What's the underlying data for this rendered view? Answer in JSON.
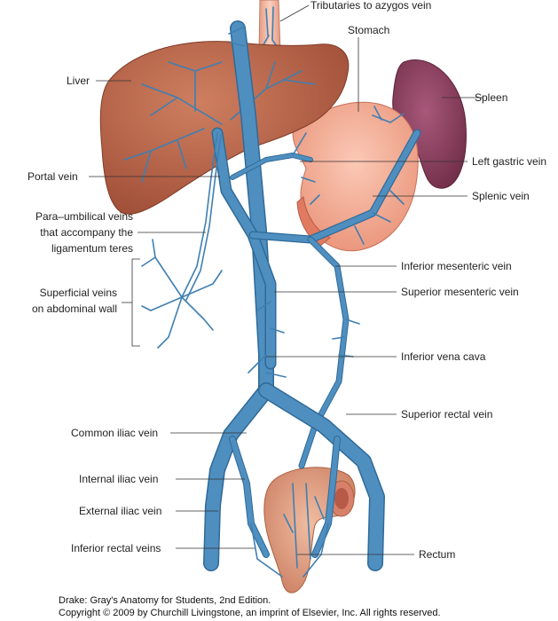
{
  "labels": {
    "tributaries_azygos": "Tributaries to azygos vein",
    "stomach": "Stomach",
    "liver": "Liver",
    "spleen": "Spleen",
    "left_gastric": "Left gastric vein",
    "portal": "Portal vein",
    "splenic": "Splenic vein",
    "para_umbilical_1": "Para–umbilical veins",
    "para_umbilical_2": "that accompany the",
    "para_umbilical_3": "ligamentum teres",
    "inferior_mesenteric": "Inferior mesenteric vein",
    "superficial_1": "Superficial veins",
    "superficial_2": "on abdominal wall",
    "superior_mesenteric": "Superior mesenteric vein",
    "ivc": "Inferior vena cava",
    "superior_rectal": "Superior rectal vein",
    "common_iliac": "Common iliac vein",
    "internal_iliac": "Internal iliac vein",
    "external_iliac": "External iliac vein",
    "inferior_rectal": "Inferior rectal veins",
    "rectum": "Rectum"
  },
  "credit": {
    "line1": "Drake: Gray's Anatomy for Students, 2nd Edition.",
    "line2": "Copyright © 2009 by Churchill Livingstone, an imprint of Elsevier, Inc. All rights reserved."
  },
  "colors": {
    "vein": "#4f8fc0",
    "liver": "#b8654a",
    "spleen": "#8e3f5e",
    "stomach": "#f2ab93",
    "rectum": "#e3a58a"
  }
}
